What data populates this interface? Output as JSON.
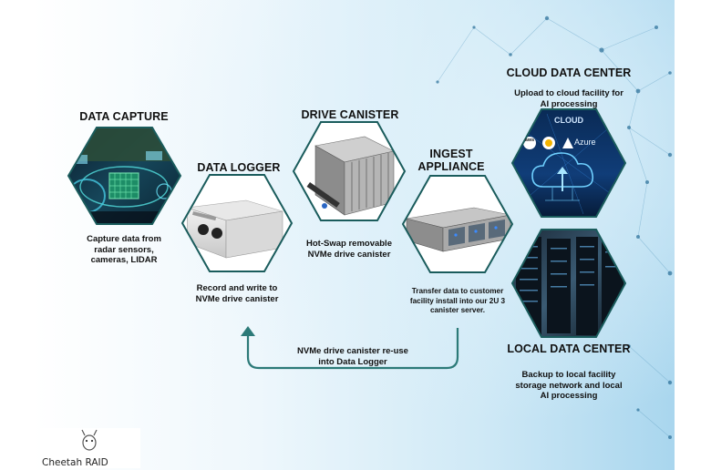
{
  "stages": [
    {
      "id": "capture",
      "title": "DATA CAPTURE",
      "desc_lines": [
        "Capture data from",
        "radar sensors,",
        "cameras, LIDAR"
      ]
    },
    {
      "id": "logger",
      "title": "DATA LOGGER",
      "desc_lines": [
        "Record and write to",
        "NVMe drive canister"
      ]
    },
    {
      "id": "canister",
      "title": "DRIVE CANISTER",
      "desc_lines": [
        "Hot-Swap removable",
        "NVMe drive canister"
      ]
    },
    {
      "id": "ingest",
      "title_lines": [
        "INGEST",
        "APPLIANCE"
      ],
      "desc_lines": [
        "Transfer data to customer",
        "facility install into our 2U 3",
        "canister server."
      ]
    },
    {
      "id": "cloud",
      "title": "CLOUD DATA CENTER",
      "desc_lines": [
        "Upload to cloud facility for",
        "AI processing"
      ]
    },
    {
      "id": "local",
      "title": "LOCAL DATA CENTER",
      "desc_lines": [
        "Backup to local facility",
        "storage network and local",
        "AI processing"
      ]
    }
  ],
  "loop": {
    "label_lines": [
      "NVMe drive canister re-use",
      "into Data Logger"
    ]
  },
  "cloud_badge": {
    "title": "CLOUD",
    "providers": [
      "aws",
      "Azure"
    ]
  },
  "logo": {
    "text": "Cheetah RAID"
  },
  "colors": {
    "teal": "#1a5c5c",
    "accent_teal": "#2c7a78",
    "sky": "#b9dff2"
  }
}
